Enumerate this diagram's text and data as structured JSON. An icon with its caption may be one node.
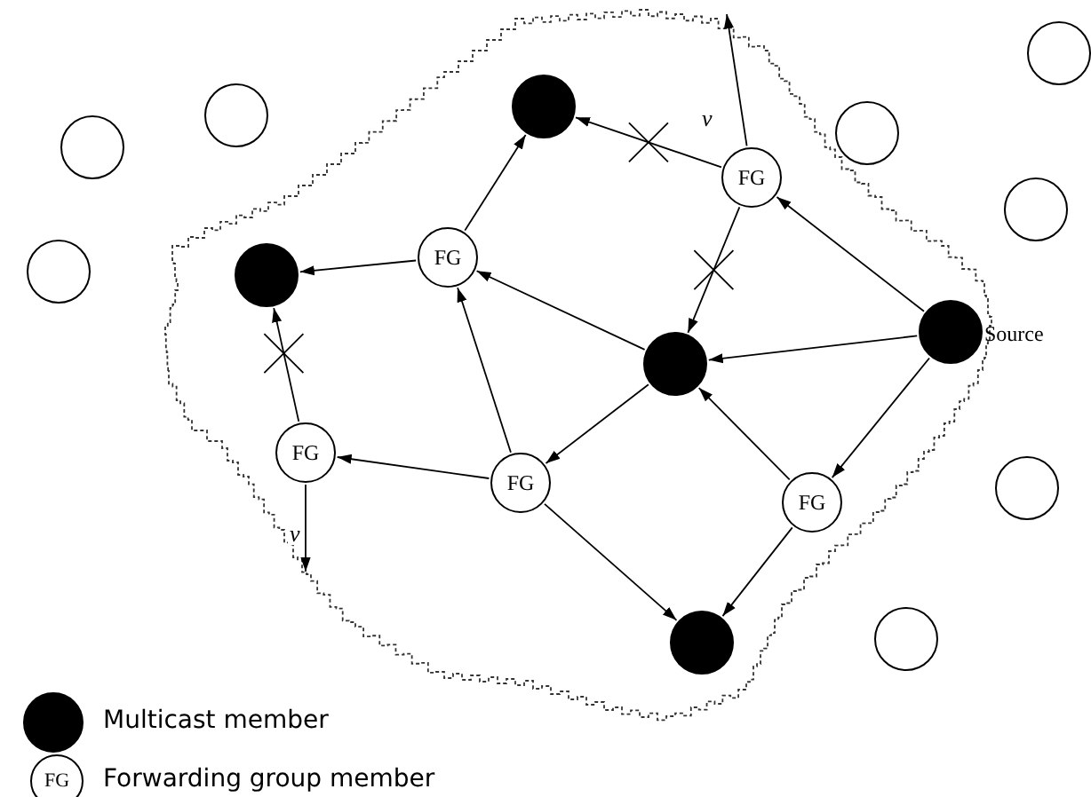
{
  "diagram": {
    "nodes": [
      {
        "text": [],
        "shape": "circle"
      },
      {
        "text": [],
        "shape": "circle"
      },
      {
        "text": [],
        "shape": "circle"
      },
      {
        "text": [],
        "shape": "circle"
      },
      {
        "text": [],
        "shape": "circle"
      },
      {
        "text": [
          "FG"
        ]
      },
      {
        "text": [],
        "shape": "circle"
      },
      {
        "text": [
          "FG"
        ]
      },
      {
        "text": [],
        "shape": "circle"
      },
      {
        "text": [],
        "shape": "circle"
      },
      {
        "text": [],
        "shape": "circle",
        "beside": [
          "Source"
        ]
      },
      {
        "text": [],
        "shape": "circle"
      },
      {
        "text": [
          "FG"
        ]
      },
      {
        "text": [
          "FG"
        ]
      },
      {
        "text": [],
        "shape": "circle"
      },
      {
        "text": [
          "FG"
        ]
      },
      {
        "text": [],
        "shape": "circle"
      },
      {
        "text": [],
        "shape": "circle"
      }
    ],
    "edges": [
      {
        "from": 5,
        "to": 1,
        "arrow": "to"
      },
      {
        "from": 5,
        "to": 11,
        "arrow": "to"
      },
      {
        "from": 5,
        "to": null,
        "arrow": "to",
        "label": "v"
      },
      {
        "from": 10,
        "to": 5,
        "arrow": "to"
      },
      {
        "from": 10,
        "to": 11,
        "arrow": "to"
      },
      {
        "from": 10,
        "to": 15,
        "arrow": "to"
      },
      {
        "from": 15,
        "to": 11,
        "arrow": "to"
      },
      {
        "from": 15,
        "to": 17,
        "arrow": "to"
      },
      {
        "from": 11,
        "to": 7,
        "arrow": "to"
      },
      {
        "from": 11,
        "to": 13,
        "arrow": "to"
      },
      {
        "from": 7,
        "to": 1,
        "arrow": "to"
      },
      {
        "from": 7,
        "to": 8,
        "arrow": "to"
      },
      {
        "from": 13,
        "to": 7,
        "arrow": "to"
      },
      {
        "from": 13,
        "to": 12,
        "arrow": "to"
      },
      {
        "from": 13,
        "to": 17,
        "arrow": "to"
      },
      {
        "from": 12,
        "to": 8,
        "arrow": "to"
      },
      {
        "from": 12,
        "to": null,
        "arrow": "to",
        "label": "v"
      }
    ],
    "labels": [
      "FG"
    ],
    "legend": [
      {
        "text": "Multicast member"
      },
      {
        "text": "Forwarding group member"
      }
    ]
  }
}
